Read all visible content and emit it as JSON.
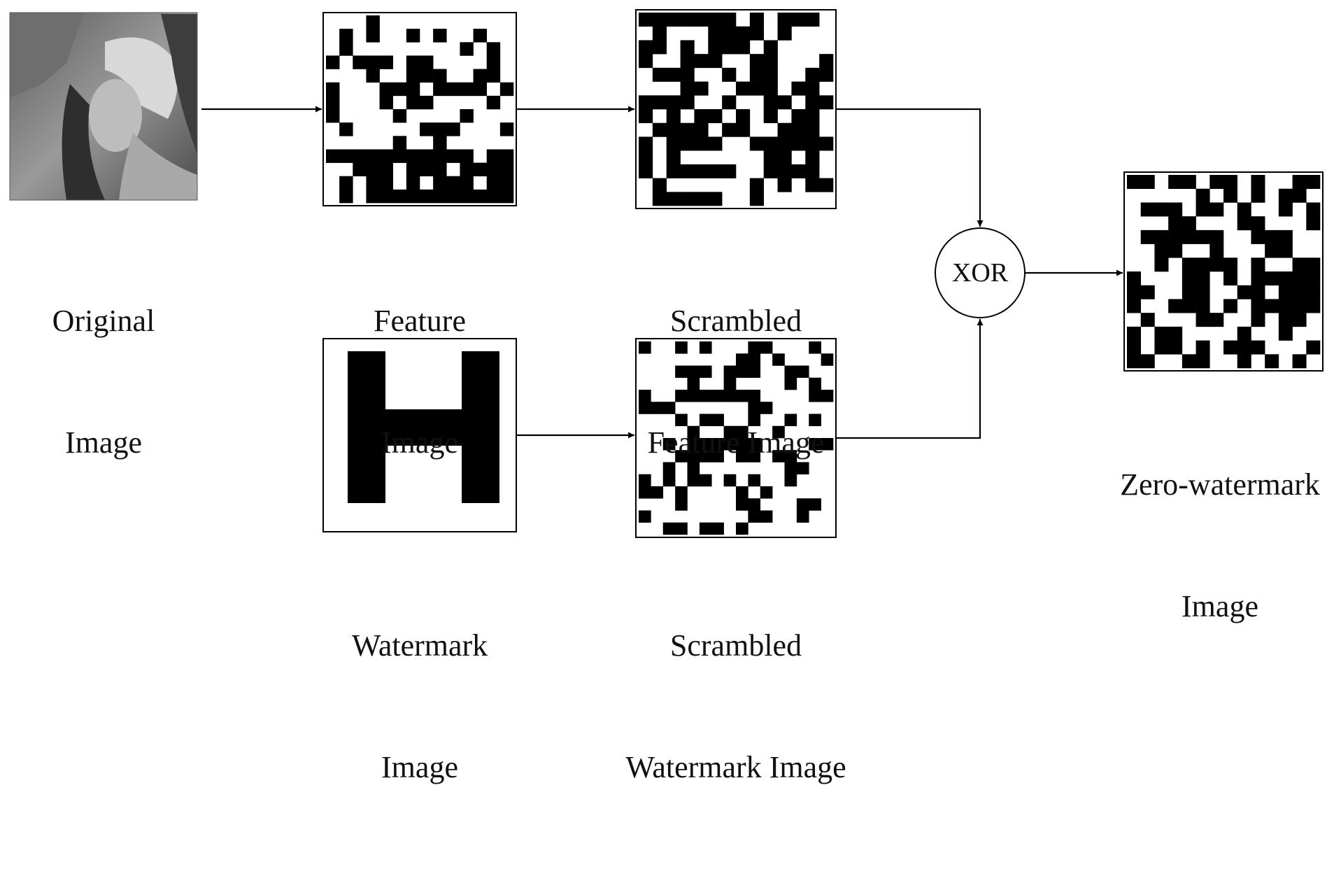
{
  "nodes": {
    "original": {
      "label_line1": "Original",
      "label_line2": "Image"
    },
    "feature": {
      "label_line1": "Feature",
      "label_line2": "Image"
    },
    "scrambled_feature": {
      "label_line1": "Scrambled",
      "label_line2": "Feature Image"
    },
    "watermark": {
      "label_line1": "Watermark",
      "label_line2": "Image"
    },
    "scrambled_watermark": {
      "label_line1": "Scrambled",
      "label_line2": "Watermark Image"
    },
    "zero_watermark": {
      "label_line1": "Zero-watermark",
      "label_line2": "Image"
    },
    "xor": {
      "label": "XOR"
    }
  },
  "colors": {
    "ink": "#000000",
    "photo_dark": "#3a3a3a",
    "photo_mid": "#8a8a8a",
    "photo_light": "#d0d0d0"
  }
}
